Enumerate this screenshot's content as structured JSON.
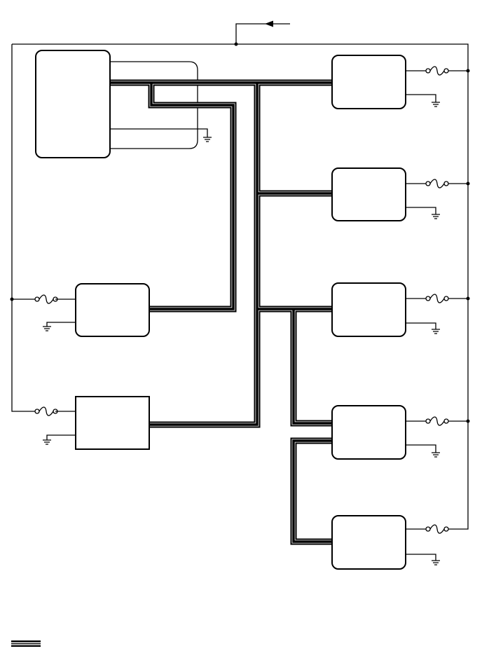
{
  "diagram": {
    "type": "wiring-schematic",
    "colors": {
      "line": "#000000",
      "background": "#ffffff",
      "bus_core": "#000000"
    },
    "components": [
      {
        "id": "module-main",
        "shape": "rounded-rect"
      },
      {
        "id": "module-r1",
        "shape": "rounded-rect"
      },
      {
        "id": "module-r2",
        "shape": "rounded-rect"
      },
      {
        "id": "module-r3",
        "shape": "rounded-rect"
      },
      {
        "id": "module-r4",
        "shape": "rounded-rect"
      },
      {
        "id": "module-r5",
        "shape": "rounded-rect"
      },
      {
        "id": "module-l1",
        "shape": "rounded-rect"
      },
      {
        "id": "module-l2",
        "shape": "square-rect"
      }
    ],
    "symbols": [
      "fuse-icon",
      "ground-icon",
      "arrow-icon",
      "junction-dot",
      "legend-line"
    ],
    "text_labels": []
  }
}
